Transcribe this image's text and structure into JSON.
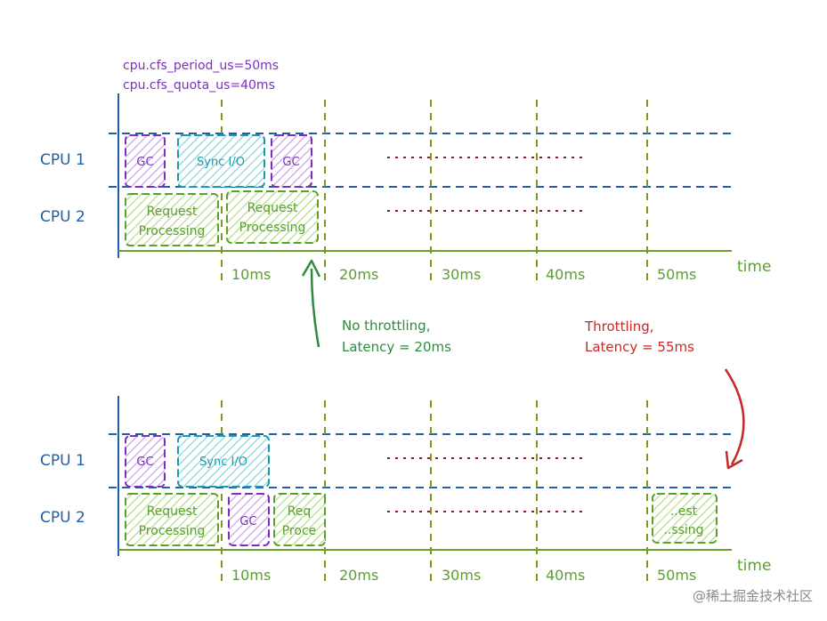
{
  "config": {
    "period_label": "cpu.cfs_period_us=50ms",
    "quota_label": "cpu.cfs_quota_us=40ms"
  },
  "colors": {
    "purple": "#7b2fbf",
    "purple_fill": "#c9a3ea",
    "teal": "#1a9bab",
    "teal_fill": "#8fd3dc",
    "green": "#5aa02c",
    "green_fill": "#b9dc8c",
    "axis_green": "#6aa12a",
    "blue": "#1f5fa8",
    "olive": "#7a9a1c",
    "dark_red": "#8b1a3a",
    "annotation_green": "#2e8b3d",
    "annotation_red": "#c62828",
    "cpu_label": "#1f5fa8"
  },
  "diagrams": [
    {
      "cpu1_label": "CPU 1",
      "cpu2_label": "CPU 2",
      "time_label": "time",
      "ticks": [
        "10ms",
        "20ms",
        "30ms",
        "40ms",
        "50ms"
      ],
      "cpu1_blocks": [
        {
          "kind": "gc",
          "lines": [
            "GC"
          ]
        },
        {
          "kind": "sync",
          "lines": [
            "Sync I/O"
          ]
        },
        {
          "kind": "gc",
          "lines": [
            "GC"
          ]
        }
      ],
      "cpu2_blocks": [
        {
          "kind": "req",
          "lines": [
            "Request",
            "Processing"
          ]
        },
        {
          "kind": "req",
          "lines": [
            "Request",
            "Processing"
          ]
        }
      ]
    },
    {
      "cpu1_label": "CPU 1",
      "cpu2_label": "CPU 2",
      "time_label": "time",
      "ticks": [
        "10ms",
        "20ms",
        "30ms",
        "40ms",
        "50ms"
      ],
      "cpu1_blocks": [
        {
          "kind": "gc",
          "lines": [
            "GC"
          ]
        },
        {
          "kind": "sync",
          "lines": [
            "Sync I/O"
          ]
        }
      ],
      "cpu2_blocks": [
        {
          "kind": "req",
          "lines": [
            "Request",
            "Processing"
          ]
        },
        {
          "kind": "gc",
          "lines": [
            "GC"
          ]
        },
        {
          "kind": "req",
          "lines": [
            "Req",
            "Proce"
          ]
        },
        {
          "kind": "req",
          "lines": [
            "..est",
            "..ssing"
          ]
        }
      ]
    }
  ],
  "annotations": {
    "no_throttling": [
      "No throttling,",
      "Latency = 20ms"
    ],
    "throttling": [
      "Throttling,",
      "Latency = 55ms"
    ]
  },
  "watermark": "@稀土掘金技术社区"
}
